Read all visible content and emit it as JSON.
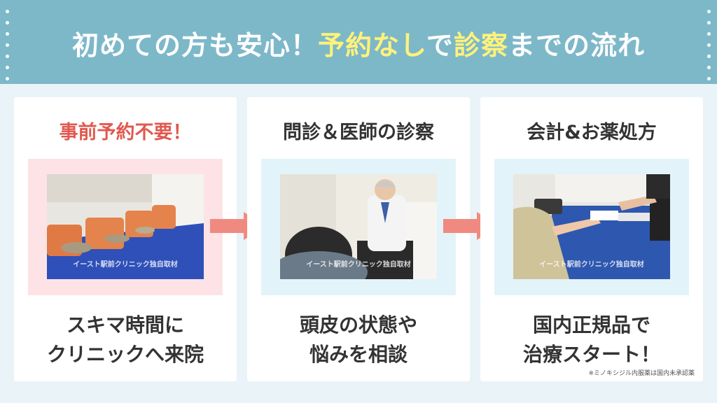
{
  "header": {
    "title_part1": "初めての方も安心！",
    "title_hl1": "予約なし",
    "title_part2": "で",
    "title_hl2": "診察",
    "title_part3": "までの流れ"
  },
  "steps": [
    {
      "title": "事前予約不要！",
      "desc_line1": "スキマ時間に",
      "desc_line2": "クリニックへ来院",
      "watermark": "イースト駅前クリニック独自取材"
    },
    {
      "title": "問診＆医師の診察",
      "desc_line1": "頭皮の状態や",
      "desc_line2": "悩みを相談",
      "watermark": "イースト駅前クリニック独自取材"
    },
    {
      "title": "会計&お薬処方",
      "desc_line1": "国内正規品で",
      "desc_line2": "治療スタート！",
      "watermark": "イースト駅前クリニック独自取材"
    }
  ],
  "footnote": "※ミノキシジル内服薬は国内未承認薬",
  "colors": {
    "header_bg": "#7db8c9",
    "highlight": "#fff27a",
    "step1_title": "#e0594f",
    "step1_frame": "#fde3e6",
    "frame_blue": "#e3f3fa",
    "arrow": "#f08a80"
  }
}
